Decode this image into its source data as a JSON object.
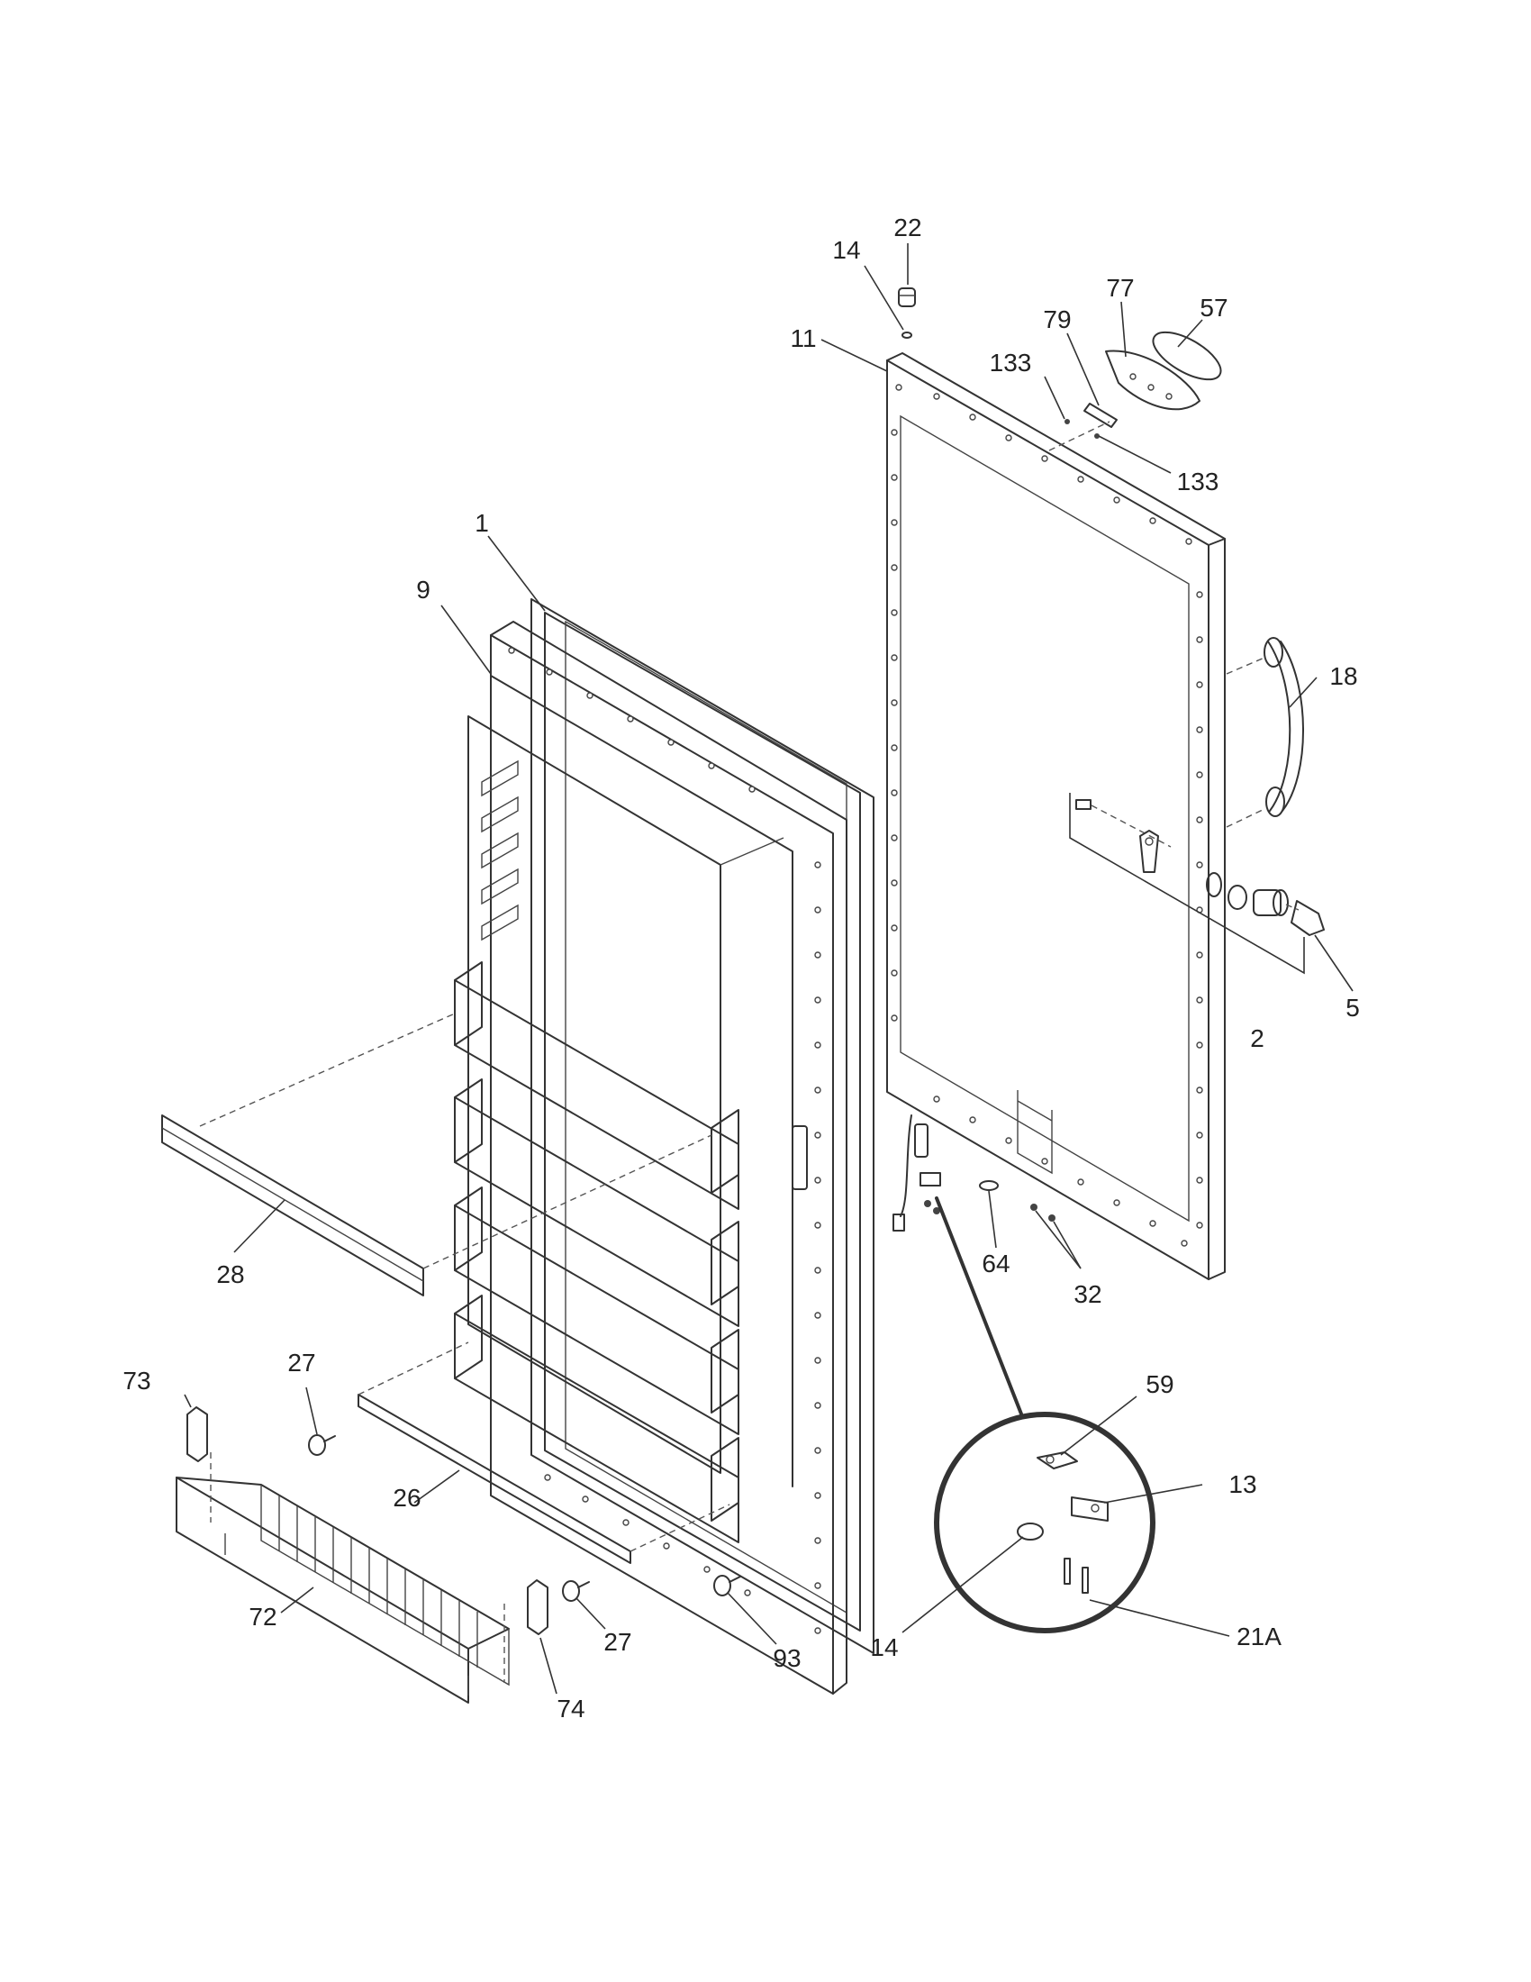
{
  "callouts": [
    {
      "id": "c22",
      "text": "22"
    },
    {
      "id": "c14a",
      "text": "14"
    },
    {
      "id": "c11",
      "text": "11"
    },
    {
      "id": "c77",
      "text": "77"
    },
    {
      "id": "c57",
      "text": "57"
    },
    {
      "id": "c79",
      "text": "79"
    },
    {
      "id": "c133a",
      "text": "133"
    },
    {
      "id": "c133b",
      "text": "133"
    },
    {
      "id": "c1",
      "text": "1"
    },
    {
      "id": "c9",
      "text": "9"
    },
    {
      "id": "c18",
      "text": "18"
    },
    {
      "id": "c5",
      "text": "5"
    },
    {
      "id": "c2",
      "text": "2"
    },
    {
      "id": "c28",
      "text": "28"
    },
    {
      "id": "c64",
      "text": "64"
    },
    {
      "id": "c32",
      "text": "32"
    },
    {
      "id": "c27a",
      "text": "27"
    },
    {
      "id": "c73",
      "text": "73"
    },
    {
      "id": "c59",
      "text": "59"
    },
    {
      "id": "c13",
      "text": "13"
    },
    {
      "id": "c26",
      "text": "26"
    },
    {
      "id": "c72",
      "text": "72"
    },
    {
      "id": "c27b",
      "text": "27"
    },
    {
      "id": "c93",
      "text": "93"
    },
    {
      "id": "c14b",
      "text": "14"
    },
    {
      "id": "c21a",
      "text": "21A"
    },
    {
      "id": "c74",
      "text": "74"
    }
  ]
}
